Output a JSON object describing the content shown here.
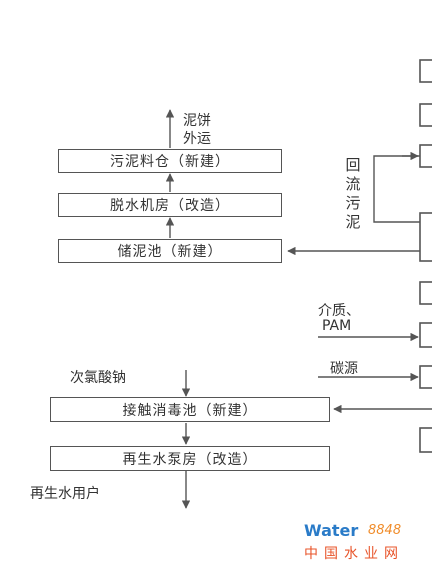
{
  "boxes": {
    "sludge_silo": "污泥料仓（新建）",
    "dewatering_room": "脱水机房（改造）",
    "sludge_tank": "储泥池（新建）",
    "contact_tank": "接触消毒池（新建）",
    "reuse_pump_room": "再生水泵房（改造）"
  },
  "labels": {
    "cake_out_line1": "泥饼",
    "cake_out_line2": "外运",
    "return_sludge": [
      "回",
      "流",
      "污",
      "泥"
    ],
    "medium_pam_line1": "介质、",
    "medium_pam_line2": "PAM",
    "carbon_source": "碳源",
    "sodium_hypochlorite": "次氯酸钠",
    "reuse_users": "再生水用户"
  },
  "watermark": {
    "brand": "Water",
    "number": "8848",
    "site": "中国水业网"
  },
  "colors": {
    "line": "#555555",
    "watermark_blue": "#2a7bc8",
    "watermark_orange": "#f08c2a",
    "watermark_red": "#e8542a"
  }
}
